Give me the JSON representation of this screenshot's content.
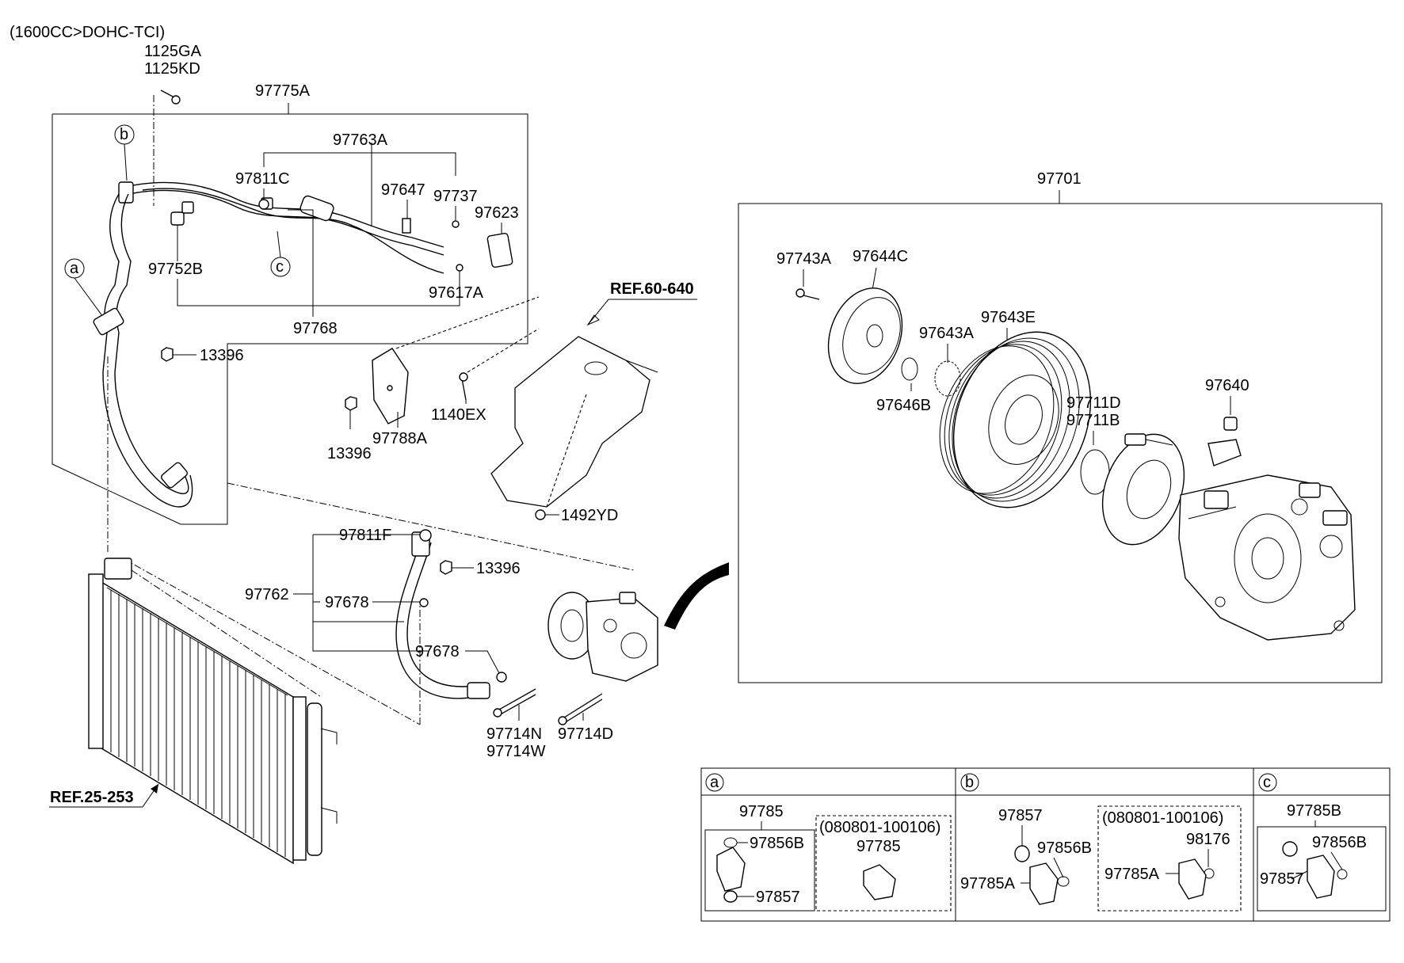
{
  "header": {
    "engine_note": "(1600CC>DOHC-TCI)"
  },
  "refs": {
    "ref_60_640": "REF.60-640",
    "ref_25_253": "REF.25-253"
  },
  "callouts": {
    "a": "a",
    "b": "b",
    "c": "c"
  },
  "labels": {
    "p1125GA": "1125GA",
    "p1125KD": "1125KD",
    "p97775A": "97775A",
    "p97763A": "97763A",
    "p97811C": "97811C",
    "p97647": "97647",
    "p97737": "97737",
    "p97623": "97623",
    "p97752B": "97752B",
    "p97617A": "97617A",
    "p97768": "97768",
    "p13396_top": "13396",
    "p13396_mid": "13396",
    "p97788A": "97788A",
    "p1140EX": "1140EX",
    "p1492YD": "1492YD",
    "p97811F": "97811F",
    "p13396_low": "13396",
    "p97762": "97762",
    "p97678_a": "97678",
    "p97678_b": "97678",
    "p97714N": "97714N",
    "p97714W": "97714W",
    "p97714D": "97714D",
    "p97701": "97701",
    "p97743A": "97743A",
    "p97644C": "97644C",
    "p97643E": "97643E",
    "p97643A": "97643A",
    "p97646B": "97646B",
    "p97711D": "97711D",
    "p97711B": "97711B",
    "p97640": "97640"
  },
  "detail_a": {
    "callout": "a",
    "p97785": "97785",
    "p97856B": "97856B",
    "p97857": "97857",
    "range": "(080801-100106)",
    "p97785_alt": "97785"
  },
  "detail_b": {
    "callout": "b",
    "p97857": "97857",
    "p97856B": "97856B",
    "p97785A": "97785A",
    "range": "(080801-100106)",
    "p98176": "98176",
    "p97785A_alt": "97785A"
  },
  "detail_c": {
    "callout": "c",
    "p97785B": "97785B",
    "p97856B": "97856B",
    "p97857": "97857"
  }
}
